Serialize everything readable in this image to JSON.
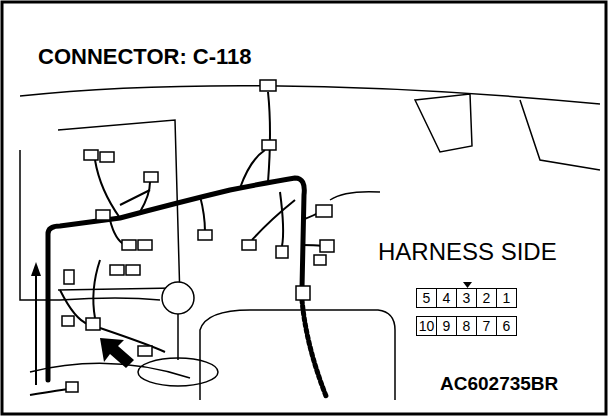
{
  "diagram": {
    "title": "CONNECTOR: C-118",
    "nodes": [
      {
        "text": [
          "5"
        ]
      },
      {
        "text": [
          "4"
        ]
      },
      {
        "text": [
          "3"
        ]
      },
      {
        "text": [
          "2"
        ]
      },
      {
        "text": [
          "1"
        ]
      },
      {
        "text": [
          "10"
        ]
      },
      {
        "text": [
          "9"
        ]
      },
      {
        "text": [
          "8"
        ]
      },
      {
        "text": [
          "7"
        ]
      },
      {
        "text": [
          "6"
        ]
      }
    ],
    "labels": [
      "HARNESS SIDE",
      "AC602735BR"
    ]
  }
}
